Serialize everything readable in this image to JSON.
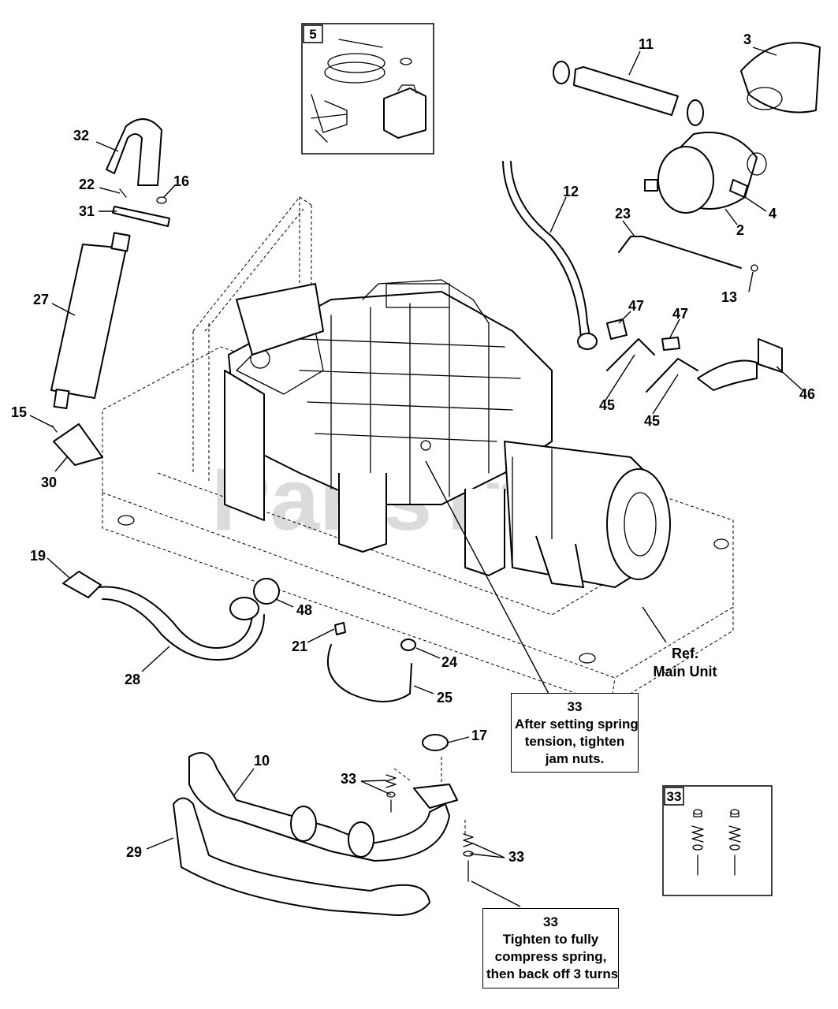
{
  "watermark": {
    "text": "PartsTree",
    "tm": "TM"
  },
  "inset_5": {
    "label": "5"
  },
  "inset_33": {
    "label": "33"
  },
  "ref_main_unit": {
    "line1": "Ref.",
    "line2": "Main Unit"
  },
  "notes": [
    {
      "number": "33",
      "lines": [
        "After setting spring",
        "tension, tighten",
        "jam nuts."
      ]
    },
    {
      "number": "33",
      "lines": [
        "Tighten to fully",
        "compress spring,",
        "then back off 3 turns"
      ]
    }
  ],
  "callouts": [
    {
      "id": "c3",
      "label": "3"
    },
    {
      "id": "c11",
      "label": "11"
    },
    {
      "id": "c32",
      "label": "32"
    },
    {
      "id": "c22",
      "label": "22"
    },
    {
      "id": "c16",
      "label": "16"
    },
    {
      "id": "c31",
      "label": "31"
    },
    {
      "id": "c12",
      "label": "12"
    },
    {
      "id": "c4",
      "label": "4"
    },
    {
      "id": "c2",
      "label": "2"
    },
    {
      "id": "c23",
      "label": "23"
    },
    {
      "id": "c13",
      "label": "13"
    },
    {
      "id": "c27",
      "label": "27"
    },
    {
      "id": "c47a",
      "label": "47"
    },
    {
      "id": "c47b",
      "label": "47"
    },
    {
      "id": "c45a",
      "label": "45"
    },
    {
      "id": "c45b",
      "label": "45"
    },
    {
      "id": "c46",
      "label": "46"
    },
    {
      "id": "c15",
      "label": "15"
    },
    {
      "id": "c30",
      "label": "30"
    },
    {
      "id": "c19",
      "label": "19"
    },
    {
      "id": "c48",
      "label": "48"
    },
    {
      "id": "c21",
      "label": "21"
    },
    {
      "id": "c24",
      "label": "24"
    },
    {
      "id": "c28",
      "label": "28"
    },
    {
      "id": "c25",
      "label": "25"
    },
    {
      "id": "c17",
      "label": "17"
    },
    {
      "id": "c10",
      "label": "10"
    },
    {
      "id": "c33a",
      "label": "33"
    },
    {
      "id": "c33b",
      "label": "33"
    },
    {
      "id": "c29",
      "label": "29"
    }
  ]
}
